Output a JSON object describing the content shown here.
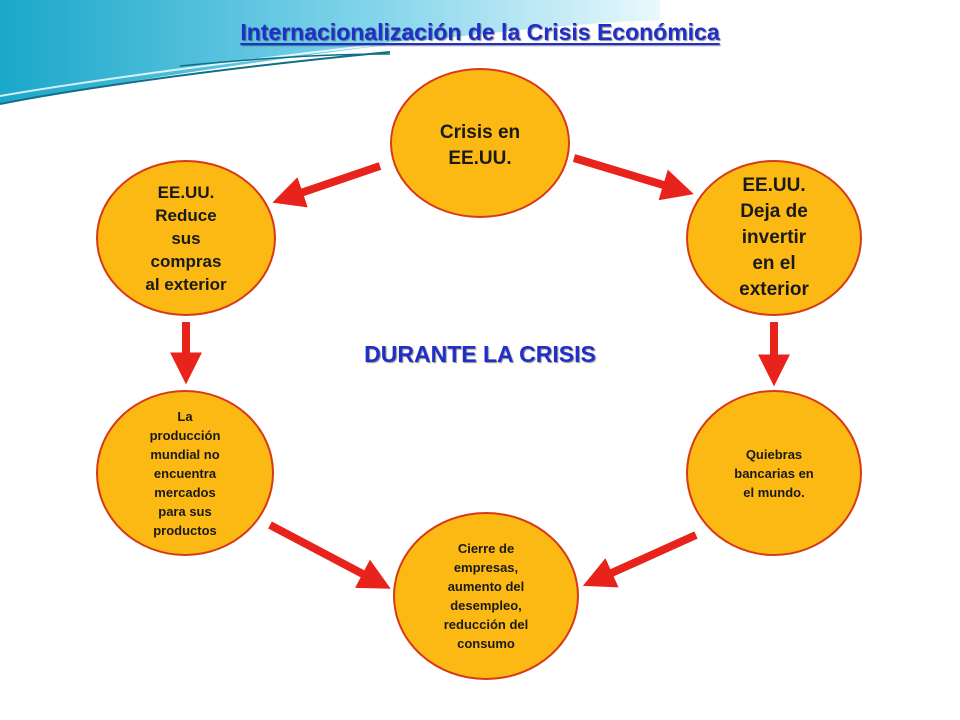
{
  "title": "Internacionalización de la Crisis Económica",
  "subtitle": "DURANTE LA CRISIS",
  "nodes": [
    {
      "id": "crisis-eeuu",
      "text": "Crisis en\nEE.UU."
    },
    {
      "id": "deja-de-invertir",
      "text": "EE.UU.\nDeja de\ninvertir\nen el\nexterior"
    },
    {
      "id": "quiebras-bancarias",
      "text": "Quiebras\nbancarias en\nel mundo."
    },
    {
      "id": "cierre-empresas",
      "text": "Cierre de\nempresas,\naumento del\ndesempleo,\nreducción del\nconsumo"
    },
    {
      "id": "produccion-mundial",
      "text": "La\nproducción\nmundial no\nencuentra\nmercados\npara sus\nproductos"
    },
    {
      "id": "reduce-compras",
      "text": "EE.UU.\nReduce\nsus\ncompras\nal exterior"
    }
  ],
  "colors": {
    "title": "#1f2fc7",
    "node_fill": "#fdb913",
    "node_border": "#d63a17",
    "arrow": "#e8231c",
    "decor_teal": "#1aa7c9",
    "decor_light": "#bfe9f4"
  }
}
